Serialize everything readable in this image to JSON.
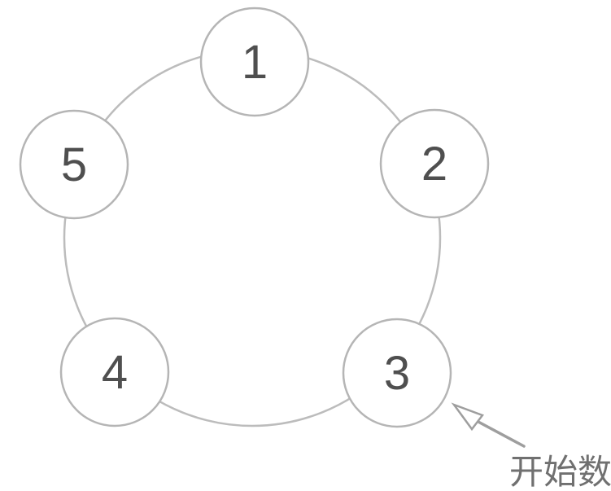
{
  "diagram": {
    "type": "circle-counting",
    "nodes": [
      {
        "label": "1",
        "position": "top"
      },
      {
        "label": "2",
        "position": "upper-right"
      },
      {
        "label": "3",
        "position": "lower-right"
      },
      {
        "label": "4",
        "position": "lower-left"
      },
      {
        "label": "5",
        "position": "upper-left"
      }
    ],
    "annotation": {
      "label": "开始数",
      "points_to_node": "3"
    }
  },
  "colors": {
    "background": "#ffffff",
    "ring_stroke": "#bcbcbc",
    "node_stroke": "#b5b5b5",
    "node_fill": "#ffffff",
    "number_color": "#4f4f4f",
    "arrow_color": "#9e9e9e",
    "annotation_color": "#707070"
  }
}
